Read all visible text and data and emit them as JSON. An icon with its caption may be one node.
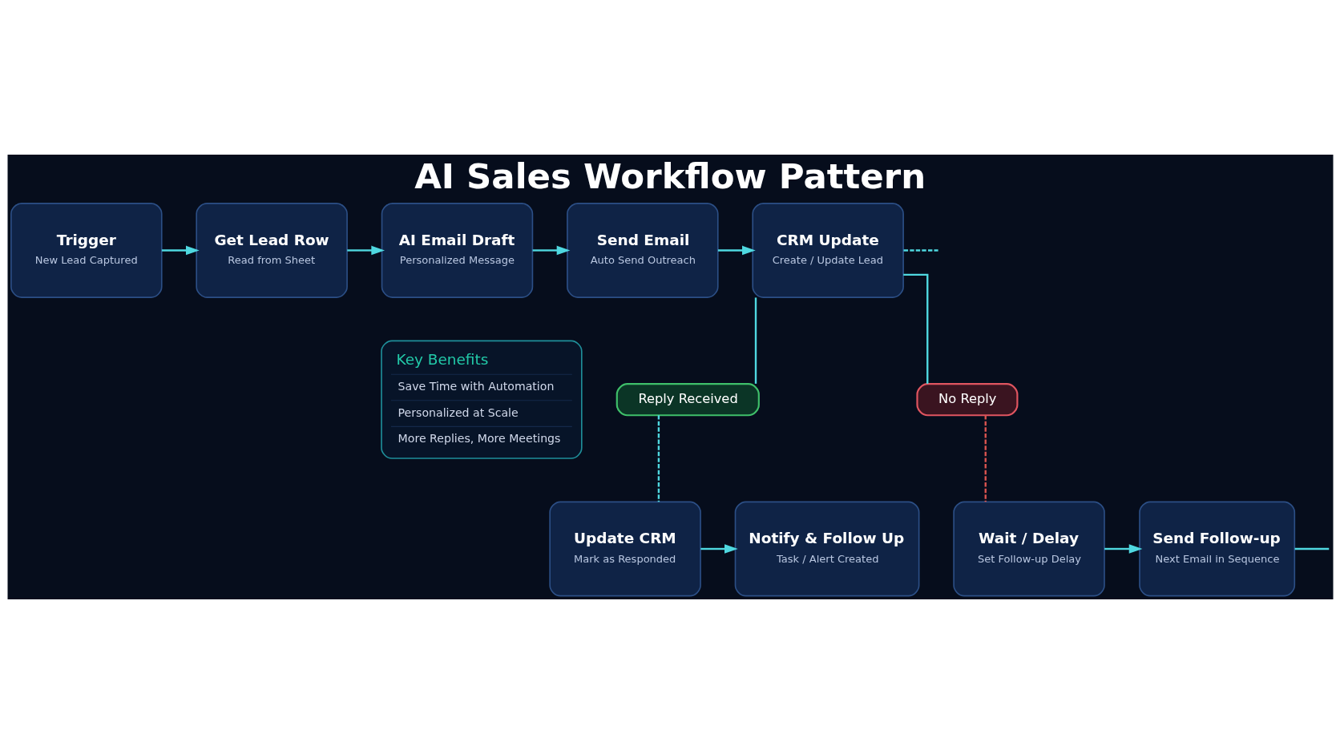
{
  "diagram": {
    "title": "AI Sales Workflow Pattern",
    "nodes": [
      {
        "text": [
          "Trigger",
          "New Lead Captured"
        ]
      },
      {
        "text": [
          "Get Lead Row",
          "Read from Sheet"
        ]
      },
      {
        "text": [
          "AI Email Draft",
          "Personalized Message"
        ]
      },
      {
        "text": [
          "Send Email",
          "Auto Send Outreach"
        ]
      },
      {
        "text": [
          "CRM Update",
          "Create / Update Lead"
        ]
      },
      {
        "text": [
          "Key Benefits",
          "Save Time with Automation",
          "Personalized at Scale",
          "More Replies, More Meetings"
        ]
      },
      {
        "text": [
          "Reply Received"
        ]
      },
      {
        "text": [
          "No Reply"
        ]
      },
      {
        "text": [
          "Update CRM",
          "Mark as Responded"
        ]
      },
      {
        "text": [
          "Notify & Follow Up",
          "Task / Alert Created"
        ]
      },
      {
        "text": [
          "Wait / Delay",
          "Set Follow-up Delay"
        ]
      },
      {
        "text": [
          "Send Follow-up",
          "Next Email in Sequence"
        ]
      }
    ],
    "edges": [
      {
        "from": 0,
        "to": 1,
        "arrow": "to"
      },
      {
        "from": 1,
        "to": 2,
        "arrow": "to"
      },
      {
        "from": 2,
        "to": 3,
        "arrow": "to"
      },
      {
        "from": 3,
        "to": 4,
        "arrow": "to"
      },
      {
        "from": 4,
        "to": null,
        "arrow": "none",
        "style": "dashed"
      },
      {
        "from": 4,
        "to": 6,
        "arrow": "none"
      },
      {
        "from": 4,
        "to": 7,
        "arrow": "none"
      },
      {
        "from": 6,
        "to": 8,
        "arrow": "none",
        "style": "dashed"
      },
      {
        "from": 7,
        "to": 10,
        "arrow": "none",
        "style": "dashed",
        "color": "#d9534f"
      },
      {
        "from": 8,
        "to": 9,
        "arrow": "to"
      },
      {
        "from": 10,
        "to": 11,
        "arrow": "to"
      },
      {
        "from": 11,
        "to": null,
        "arrow": "none"
      }
    ]
  }
}
